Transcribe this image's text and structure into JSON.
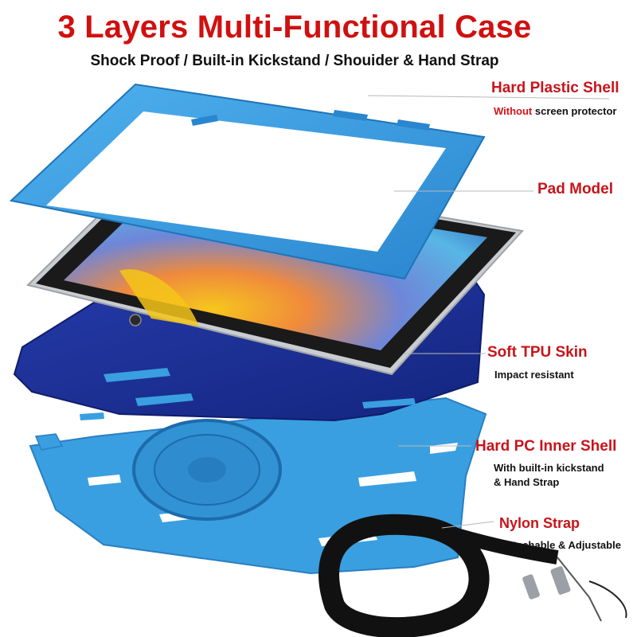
{
  "header": {
    "title": "3 Layers Multi-Functional Case",
    "subtitle": "Shock Proof / Built-in Kickstand / Shouider & Hand Strap"
  },
  "callouts": {
    "hard_plastic_shell": {
      "label": "Hard Plastic Shell",
      "note_highlight": "Without",
      "note_rest": " screen protector"
    },
    "pad_model": {
      "label": "Pad Model"
    },
    "soft_tpu_skin": {
      "label": "Soft TPU Skin",
      "note": "Impact resistant"
    },
    "hard_pc_inner_shell": {
      "label": "Hard PC Inner Shell",
      "note_line1": "With built-in kickstand",
      "note_line2": "& Hand Strap"
    },
    "nylon_strap": {
      "label": "Nylon Strap",
      "note": "Detachable & Adjustable"
    }
  },
  "colors": {
    "title_red": "#d01010",
    "label_red": "#c8141a",
    "light_blue": "#3a9fe0",
    "navy_blue": "#1b2f9a",
    "strap_black": "#111111",
    "tablet_silver": "#c9ccd1"
  },
  "icons": {
    "frame": "hard-plastic-frame",
    "tablet": "tablet-device",
    "skin": "tpu-skin",
    "inner_shell": "pc-inner-shell",
    "strap": "nylon-strap"
  }
}
